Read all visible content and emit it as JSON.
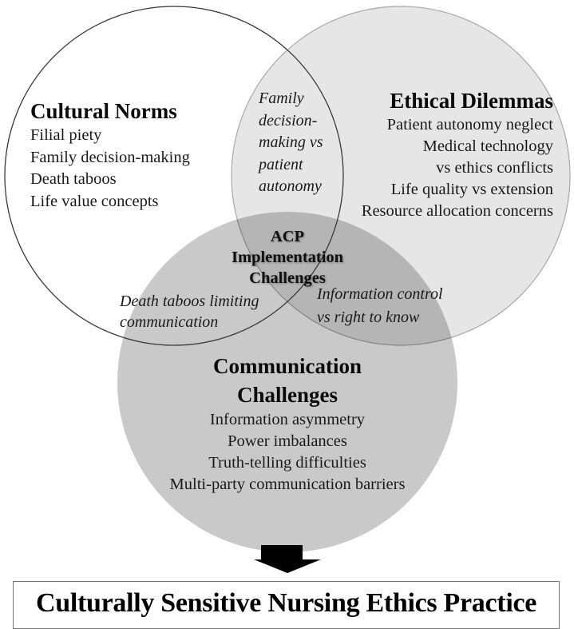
{
  "diagram": {
    "type": "venn-3",
    "colors": {
      "cultural_fill": "#ffffff",
      "cultural_stroke": "#3a3a3a",
      "ethical_fill": "#e6e6e6",
      "ethical_stroke": "#a8a8a8",
      "communication_fill": "#c9c9c9",
      "arrow": "#000000",
      "box_border": "#777777"
    },
    "sets": {
      "cultural": {
        "title": "Cultural Norms",
        "items": [
          "Filial piety",
          "Family decision-making",
          "Death taboos",
          "Life value concepts"
        ]
      },
      "ethical": {
        "title": "Ethical Dilemmas",
        "items": [
          "Patient autonomy neglect",
          "Medical technology",
          "vs ethics conflicts",
          "Life quality vs extension",
          "Resource allocation concerns"
        ]
      },
      "communication": {
        "title_lines": [
          "Communication",
          "Challenges"
        ],
        "items": [
          "Information asymmetry",
          "Power imbalances",
          "Truth-telling difficulties",
          "Multi-party communication barriers"
        ]
      }
    },
    "overlaps": {
      "cultural_ethical": [
        "Family",
        "decision-",
        "making vs",
        "patient",
        "autonomy"
      ],
      "cultural_communication": [
        "Death taboos limiting",
        "communication"
      ],
      "ethical_communication": [
        "Information control",
        "vs right to know"
      ],
      "center": [
        "ACP",
        "Implementation",
        "Challenges"
      ]
    },
    "arrow": {
      "icon": "down-arrow-icon"
    },
    "outcome": "Culturally Sensitive Nursing Ethics Practice"
  }
}
